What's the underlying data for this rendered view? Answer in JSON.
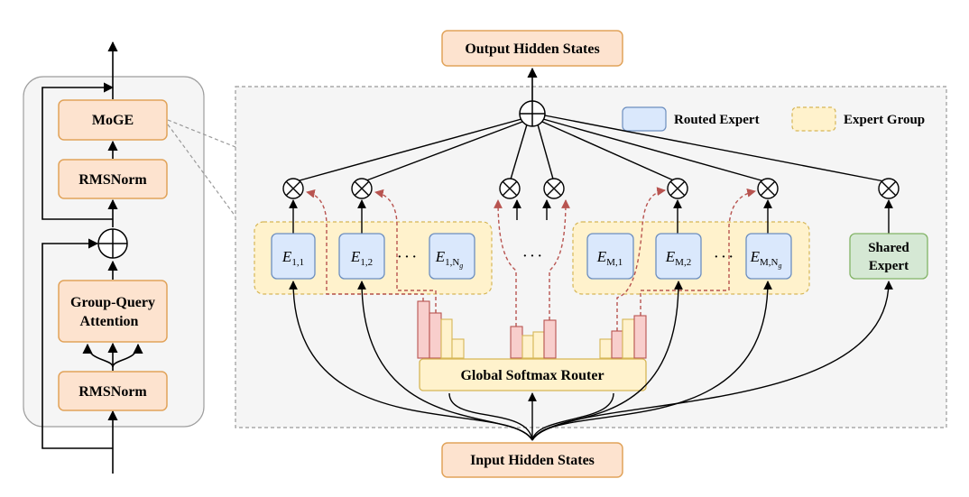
{
  "left_block": {
    "moge_label": "MoGE",
    "rmsnorm_top_label": "RMSNorm",
    "gqa_line1": "Group-Query",
    "gqa_line2": "Attention",
    "rmsnorm_bottom_label": "RMSNorm"
  },
  "main": {
    "output_label": "Output Hidden States",
    "input_label": "Input Hidden States",
    "router_label": "Global Softmax Router",
    "shared_expert_line1": "Shared",
    "shared_expert_line2": "Expert",
    "ellipsis": "· · ·"
  },
  "legend": {
    "routed_expert": "Routed Expert",
    "expert_group": "Expert Group"
  },
  "experts": {
    "group1": [
      {
        "base": "E",
        "sub": "1,1"
      },
      {
        "base": "E",
        "sub": "1,2"
      },
      {
        "base": "E",
        "sub": "1,N",
        "subsub": "g"
      }
    ],
    "groupM": [
      {
        "base": "E",
        "sub": "M,1"
      },
      {
        "base": "E",
        "sub": "M,2"
      },
      {
        "base": "E",
        "sub": "M,N",
        "subsub": "g"
      }
    ]
  },
  "colors": {
    "orange_fill": "#fde3cf",
    "orange_stroke": "#e1a35a",
    "blue_fill": "#dae8fc",
    "blue_stroke": "#6c8ebf",
    "yellow_fill": "#fff2cc",
    "yellow_stroke": "#d6b656",
    "green_fill": "#d5e8d4",
    "green_stroke": "#82b366",
    "red_fill": "#f8cecc",
    "red_stroke": "#b85450",
    "dash_red": "#b85450",
    "panel_fill": "#f5f5f5",
    "panel_stroke": "#999999"
  }
}
